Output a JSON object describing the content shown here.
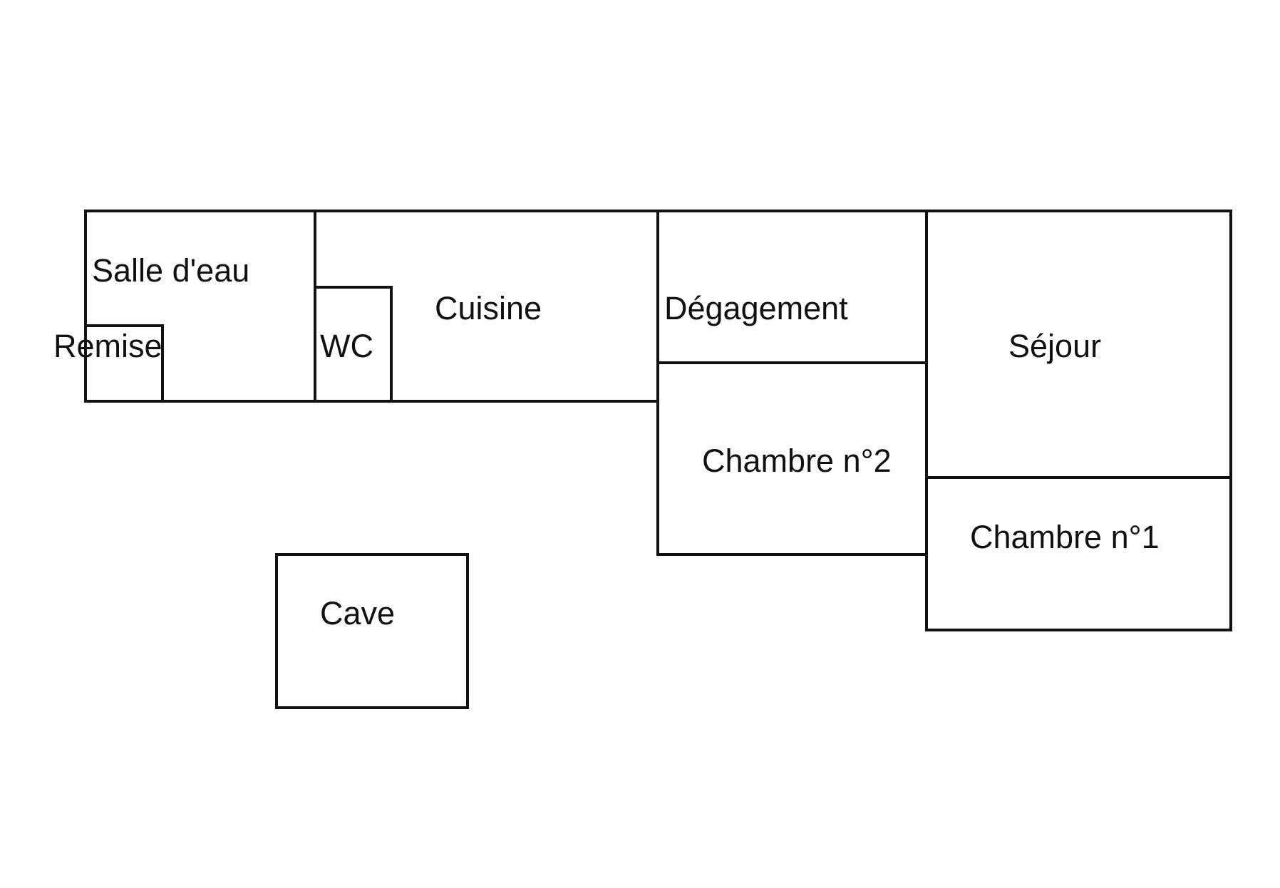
{
  "rooms": {
    "salle_deau": "Salle d'eau",
    "remise": "Remise",
    "wc": "WC",
    "cuisine": "Cuisine",
    "degagement": "Dégagement",
    "sejour": "Séjour",
    "chambre2": "Chambre n°2",
    "chambre1": "Chambre n°1",
    "cave": "Cave"
  },
  "colors": {
    "wall": "#111111",
    "background": "#ffffff"
  }
}
